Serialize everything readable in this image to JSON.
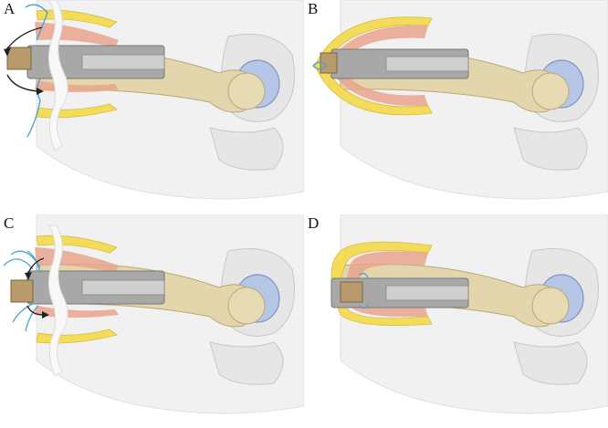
{
  "figure": {
    "panels": [
      {
        "id": "a",
        "label": "A"
      },
      {
        "id": "b",
        "label": "B"
      },
      {
        "id": "c",
        "label": "C"
      },
      {
        "id": "d",
        "label": "D"
      }
    ],
    "colors": {
      "bone": "#e3d6ad",
      "bone_dark": "#b9a878",
      "fat": "#f2dc5a",
      "muscle": "#e9a48e",
      "soft_tissue": "#f1f1f1",
      "pelvis": "#e6e6e6",
      "cup": "#b6c6e6",
      "suture": "#4aa3d8",
      "implant": "#9c9c9c",
      "rod": "#b89a6c"
    }
  }
}
